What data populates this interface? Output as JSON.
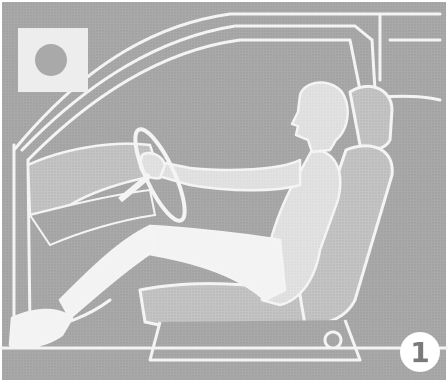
{
  "illustration": {
    "subject": "driver-seated-in-car",
    "icon": "instruction-indicator-dot",
    "step_number": "1"
  },
  "colors": {
    "background": "#a7a7a7",
    "outline": "#f2f2f2",
    "panel": "#e8e8e8",
    "dot": "#a9a9a9",
    "badge": "#ffffff",
    "badge_text": "#7a7a7a"
  }
}
